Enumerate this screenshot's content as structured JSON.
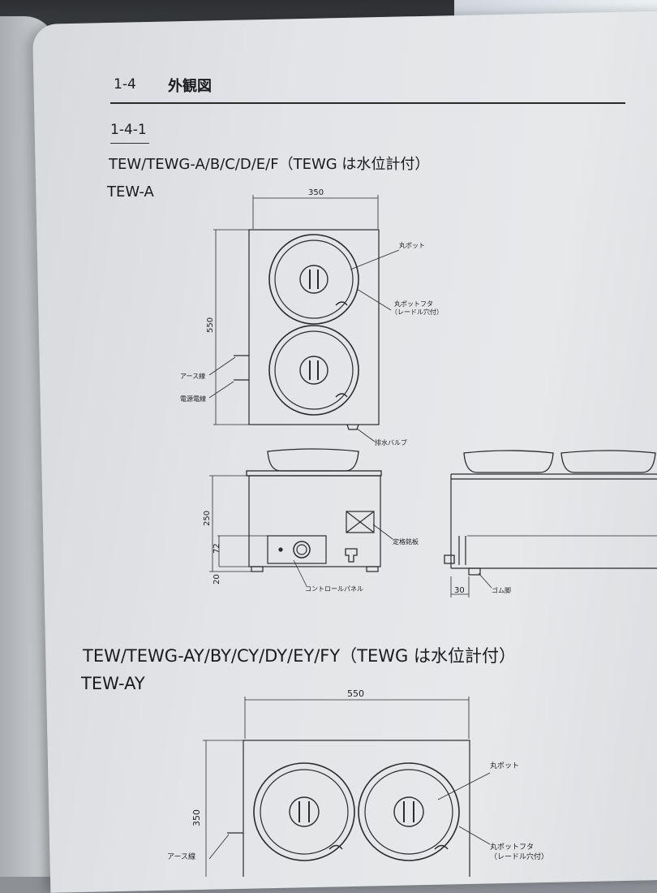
{
  "section": {
    "number": "1-4",
    "title": "外観図"
  },
  "subsection": {
    "number": "1-4-1"
  },
  "group1": {
    "heading": "TEW/TEWG-A/B/C/D/E/F（TEWG は水位計付）",
    "model": "TEW-A",
    "dims": {
      "width": "350",
      "depth": "550",
      "height": "250",
      "panel": "72",
      "foot": "20",
      "side": "30"
    },
    "labels": {
      "round_pot": "丸ポット",
      "pot_lid_1": "丸ポットフタ",
      "pot_lid_2": "（レードル穴付）",
      "earth": "アース線",
      "power": "電源電線",
      "drain": "排水バルブ",
      "rating": "定格銘板",
      "control": "コントロールパネル",
      "rubber_foot": "ゴム脚"
    }
  },
  "group2": {
    "heading": "TEW/TEWG-AY/BY/CY/DY/EY/FY（TEWG は水位計付）",
    "model": "TEW-AY",
    "dims": {
      "width": "550",
      "depth": "350"
    },
    "labels": {
      "round_pot": "丸ポット",
      "pot_lid_1": "丸ポットフタ",
      "pot_lid_2": "（レードル穴付）",
      "earth": "アース線"
    }
  }
}
